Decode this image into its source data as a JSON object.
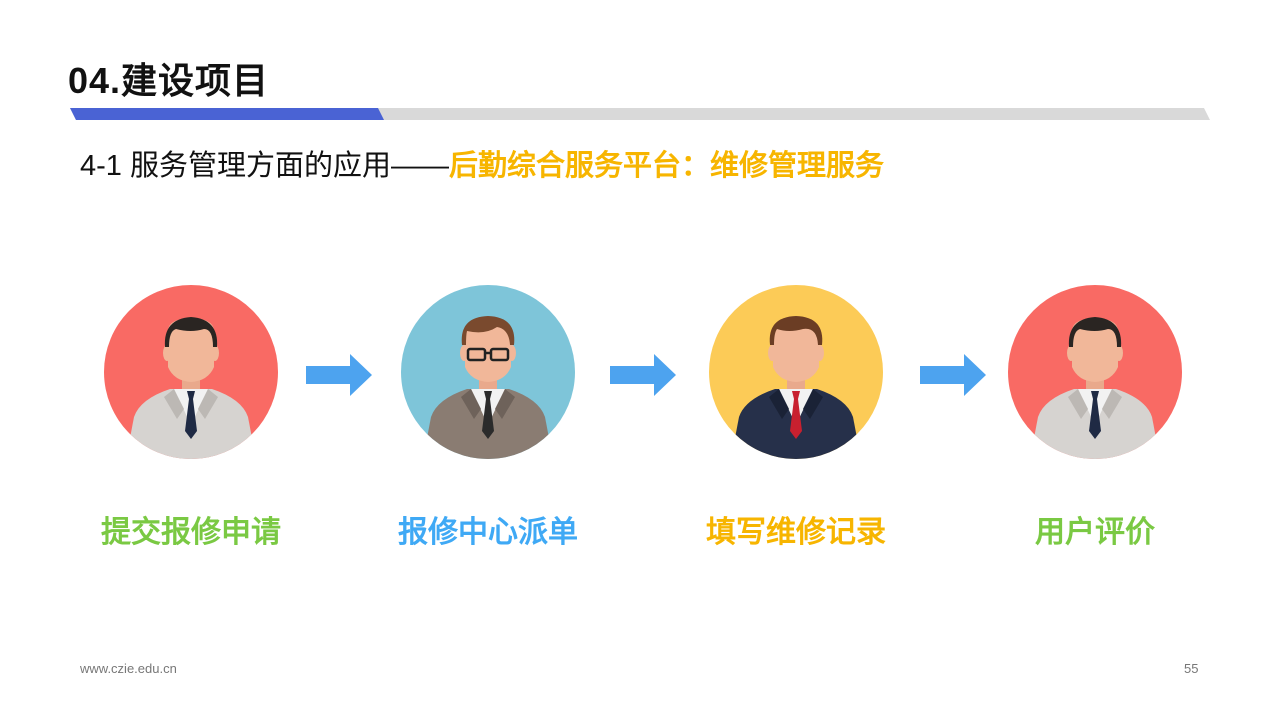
{
  "header": {
    "title": "04.建设项目"
  },
  "subtitle": {
    "prefix": "4-1 服务管理方面的应用——",
    "highlight": "后勤综合服务平台：维修管理服务"
  },
  "colors": {
    "accent_blue": "#4a63d4",
    "highlight_yellow": "#f7b500",
    "green": "#7ac943",
    "blue": "#3fa9f5",
    "yellow": "#f7b500",
    "arrow": "#4da3ef"
  },
  "steps": [
    {
      "label": "提交报修申请",
      "icon": "man-gray-suit-avatar-icon",
      "circle_color": "#f96a64",
      "label_color": "#7ac943"
    },
    {
      "label": "报修中心派单",
      "icon": "man-glasses-brown-suit-avatar-icon",
      "circle_color": "#7ec5d9",
      "label_color": "#3fa9f5"
    },
    {
      "label": "填写维修记录",
      "icon": "man-navy-suit-avatar-icon",
      "circle_color": "#fccb57",
      "label_color": "#f7b500"
    },
    {
      "label": "用户评价",
      "icon": "man-gray-suit-avatar-icon",
      "circle_color": "#f96a64",
      "label_color": "#7ac943"
    }
  ],
  "footer": {
    "url": "www.czie.edu.cn",
    "page_number": "55"
  }
}
